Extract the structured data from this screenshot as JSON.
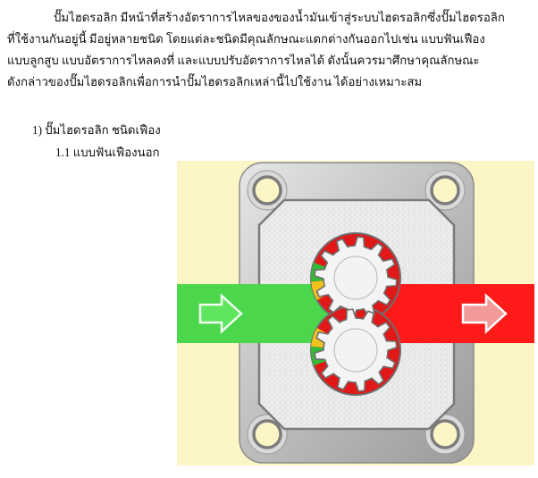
{
  "paragraph": {
    "line1": "ปั๊มไฮดรอลิก  มีหน้าที่สร้างอัตราการไหลของของน้ำมันเข้าสู่ระบบไฮดรอลิกซึ่งปั๊มไฮดรอลิก",
    "line2": "ที่ใช้งานกันอยู่นี้  มีอยู่หลายชนิด  โดยแต่ละชนิดมีคุณลักษณะแตกต่างกันออกไปเช่น  แบบฟันเฟือง",
    "line3": "แบบลูกสูบ แบบอัตราการไหลคงที่  และแบบปรับอัตราการไหลได้  ดังนั้นควรมาศึกษาคุณลักษณะ",
    "line4": "ดังกล่าวของปั๊มไฮดรอลิกเพื่อการนำปั๊มไฮดรอลิกเหล่านี้ไปใช้งาน  ได้อย่างเหมาะสม"
  },
  "heading1": "1)  ปั๊มไฮดรอลิก  ชนิดเฟือง",
  "heading2": "1.1 แบบฟันเฟืองนอก",
  "figure": {
    "background": "#fcf6c6",
    "housing": "#c8c8c8",
    "chamber": "#e8e8e8",
    "inlet_color": "#4cd64c",
    "outlet_color": "#ff1a1a",
    "gear_color": "#f4f4f4",
    "pocket_colors": [
      "#e01818",
      "#f2c21c",
      "#38b838"
    ]
  }
}
